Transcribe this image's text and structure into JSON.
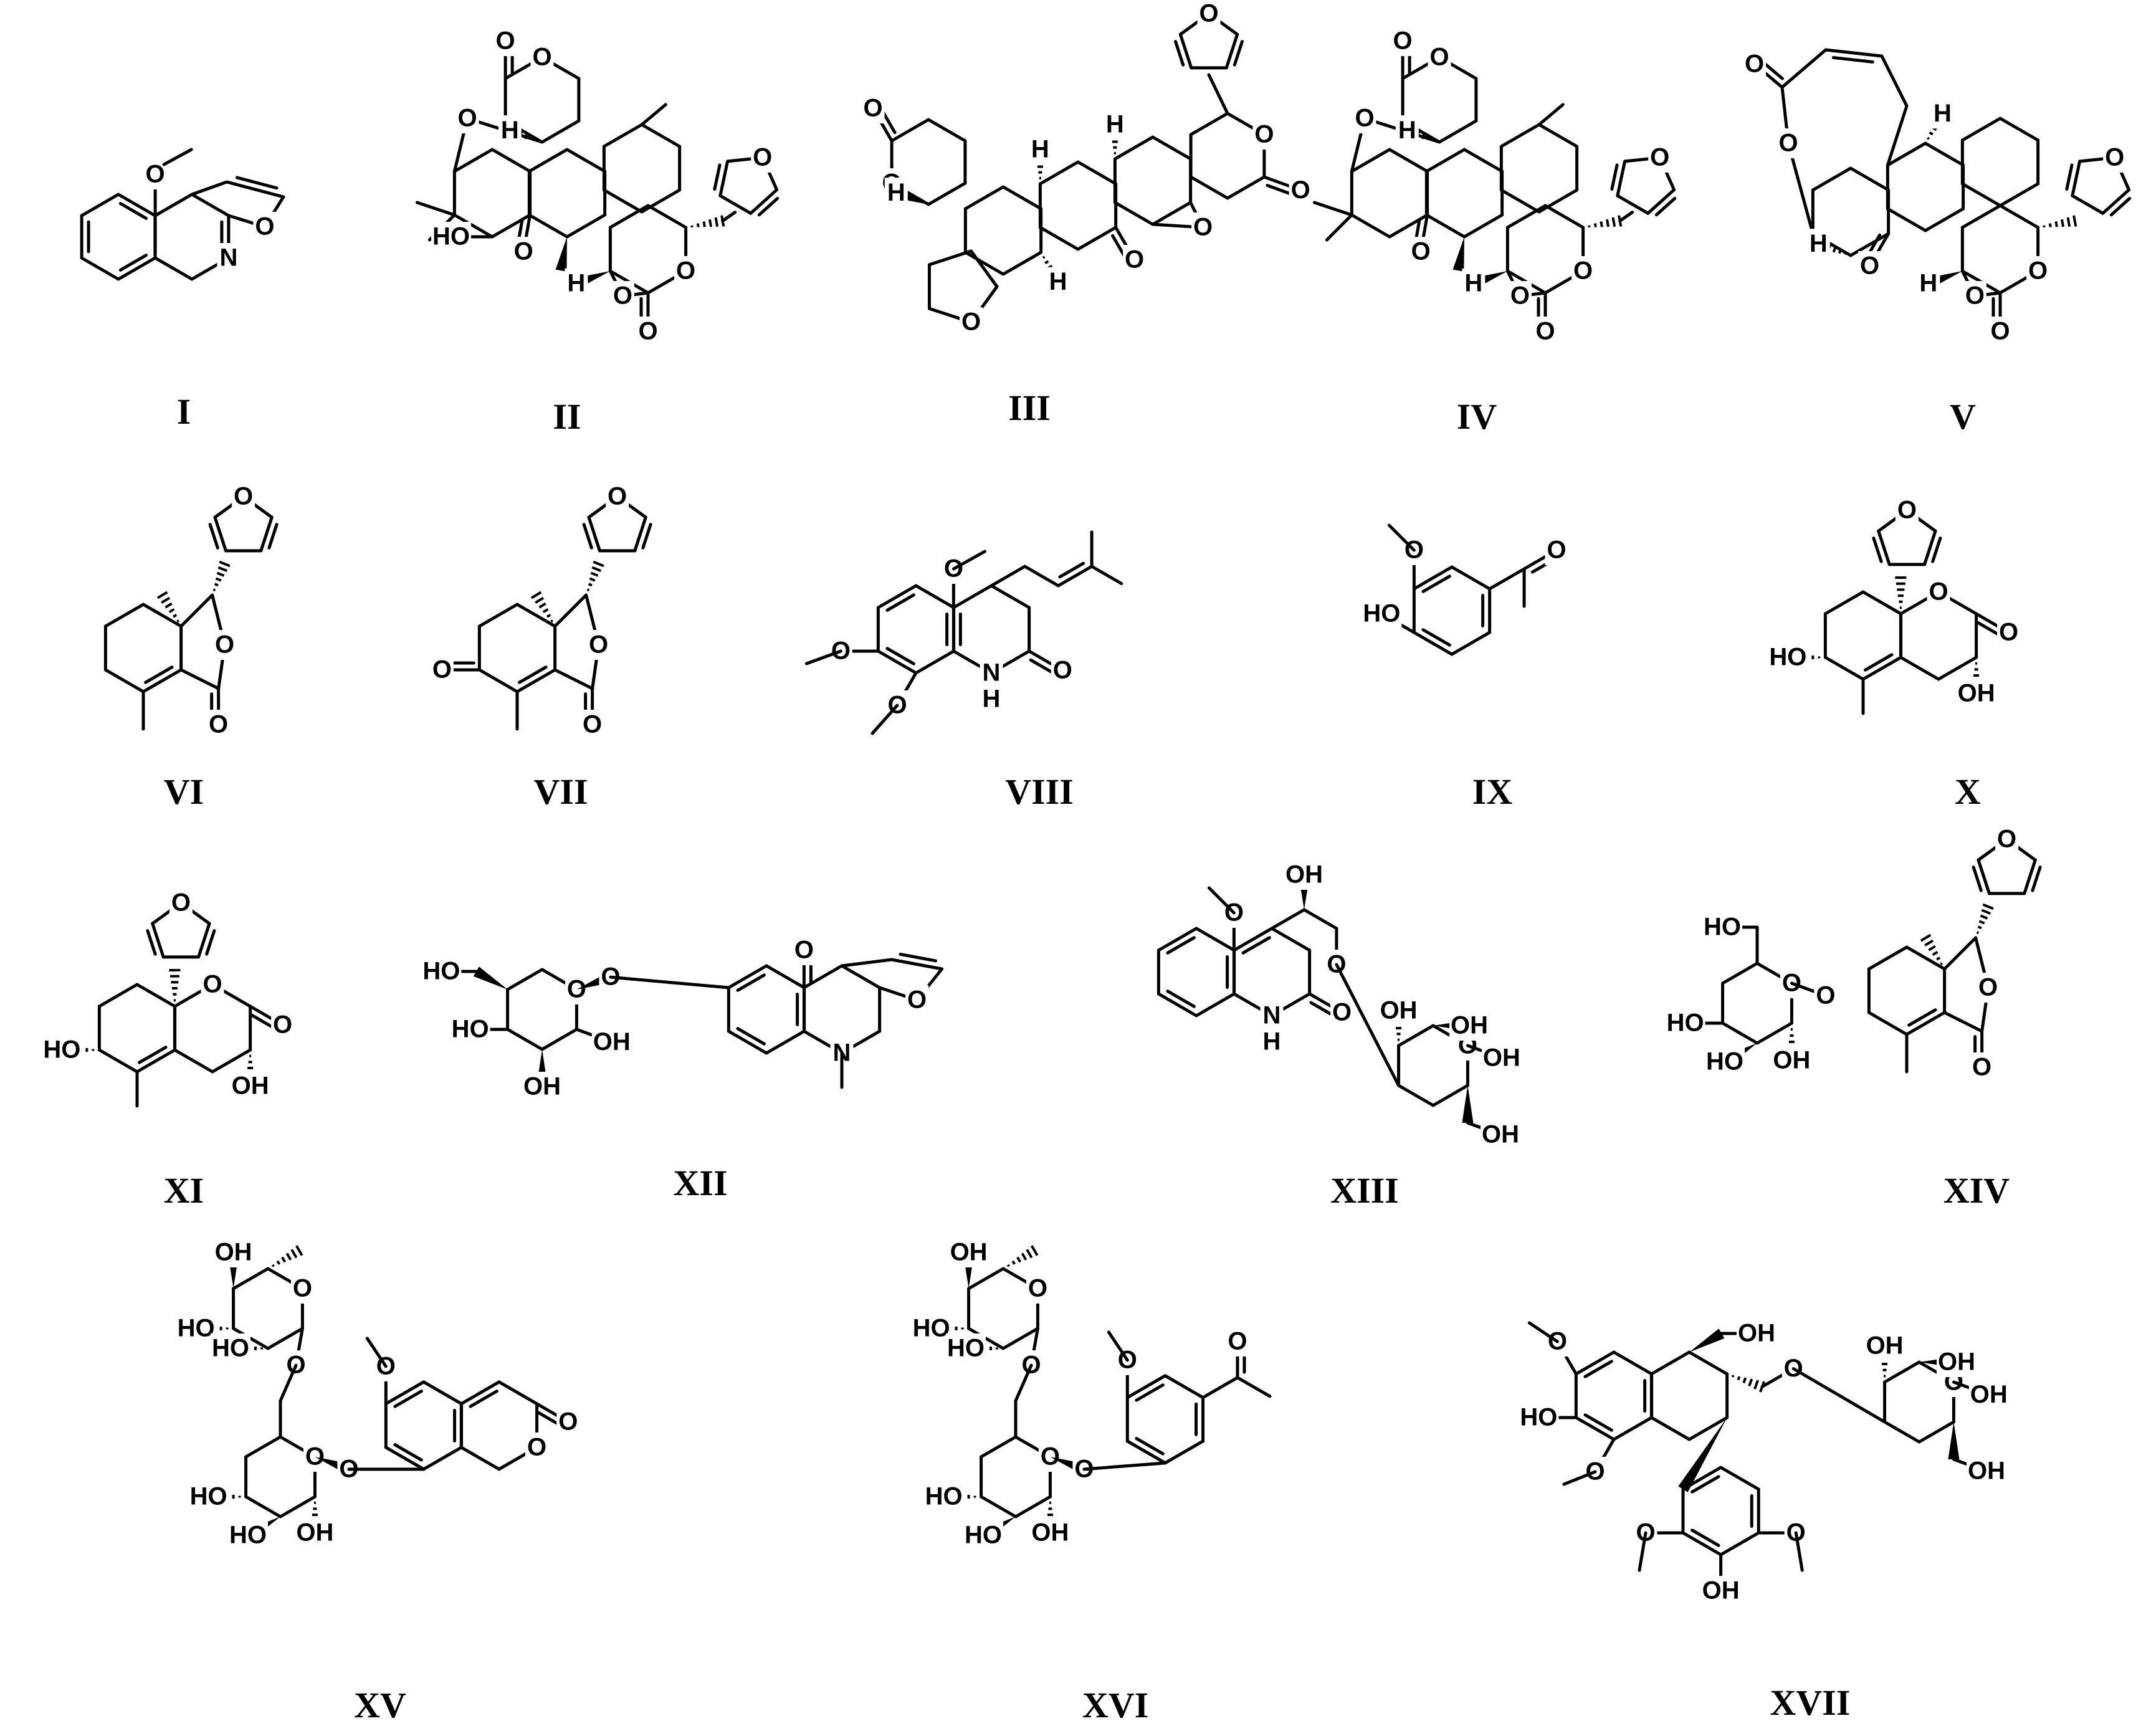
{
  "figure": {
    "compounds": [
      {
        "label": "I"
      },
      {
        "label": "II"
      },
      {
        "label": "III"
      },
      {
        "label": "IV"
      },
      {
        "label": "V"
      },
      {
        "label": "VI"
      },
      {
        "label": "VII"
      },
      {
        "label": "VIII"
      },
      {
        "label": "IX"
      },
      {
        "label": "X"
      },
      {
        "label": "XI"
      },
      {
        "label": "XII"
      },
      {
        "label": "XIII"
      },
      {
        "label": "XIV"
      },
      {
        "label": "XV"
      },
      {
        "label": "XVI"
      },
      {
        "label": "XVII"
      }
    ],
    "atom_text": {
      "O": "O",
      "N": "N",
      "NH": "N",
      "H": "H",
      "HO": "HO",
      "OH": "OH"
    }
  }
}
